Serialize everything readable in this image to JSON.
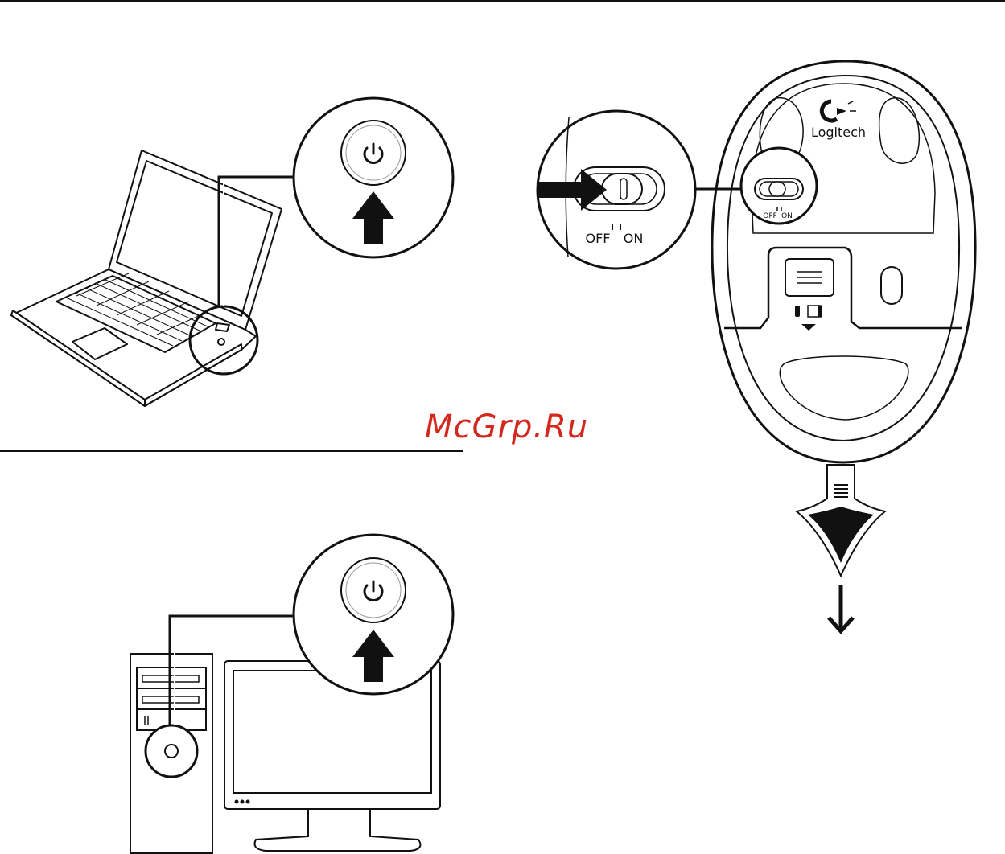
{
  "switch_label_off": "OFF",
  "switch_label_on": "ON",
  "brand_name": "Logitech",
  "watermark": "McGrp.Ru",
  "icons": [
    "power-button-icon",
    "arrow-up-icon",
    "arrow-right-icon",
    "arrow-down-icon",
    "logitech-logo-icon"
  ],
  "colors": {
    "ink": "#111111",
    "watermark": "#d4281e",
    "background": "#ffffff"
  }
}
